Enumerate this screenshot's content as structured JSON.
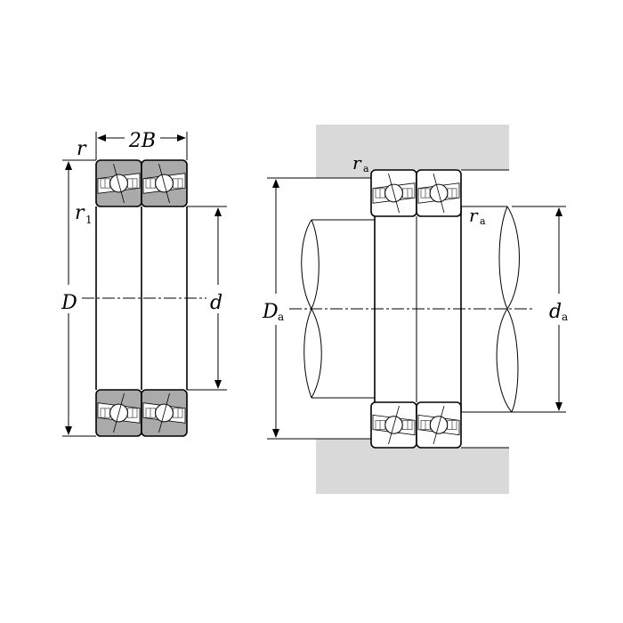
{
  "title": "Double-row angular contact ball bearing dimensions and mounting",
  "labels": {
    "r": "r",
    "r1_main": "r",
    "r1_sub": "1",
    "two_b": "2B",
    "D": "D",
    "d": "d",
    "ra_top_main": "r",
    "ra_top_sub": "a",
    "ra_shaft_main": "r",
    "ra_shaft_sub": "a",
    "Da_main": "D",
    "Da_sub": "a",
    "da_main": "d",
    "da_sub": "a"
  },
  "colors": {
    "ring_fill": "#aaaaaa",
    "housing_fill": "#d9d9d9",
    "line": "#000000"
  }
}
